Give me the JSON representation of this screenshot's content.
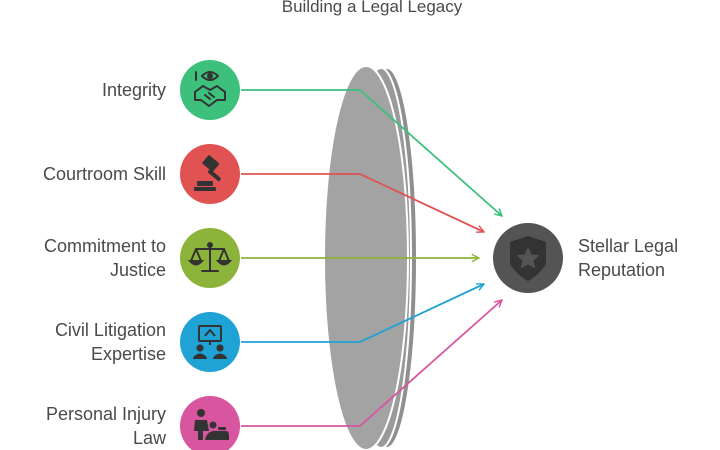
{
  "title": "Building a Legal Legacy",
  "inputs": [
    {
      "lines": [
        "Integrity"
      ],
      "icon": "handshake-icon",
      "color": "#3cc07c"
    },
    {
      "lines": [
        "Courtroom Skill"
      ],
      "icon": "gavel-icon",
      "color": "#e05352"
    },
    {
      "lines": [
        "Commitment to",
        "Justice"
      ],
      "icon": "scales-icon",
      "color": "#8cb43a"
    },
    {
      "lines": [
        "Civil Litigation",
        "Expertise"
      ],
      "icon": "presentation-icon",
      "color": "#1fa3d5"
    },
    {
      "lines": [
        "Personal Injury",
        "Law"
      ],
      "icon": "injury-icon",
      "color": "#d8559f"
    }
  ],
  "output": {
    "lines": [
      "Stellar Legal",
      "Reputation"
    ],
    "icon": "star-shield-icon",
    "color": "#545454"
  },
  "lens_color": "#a3a3a3"
}
